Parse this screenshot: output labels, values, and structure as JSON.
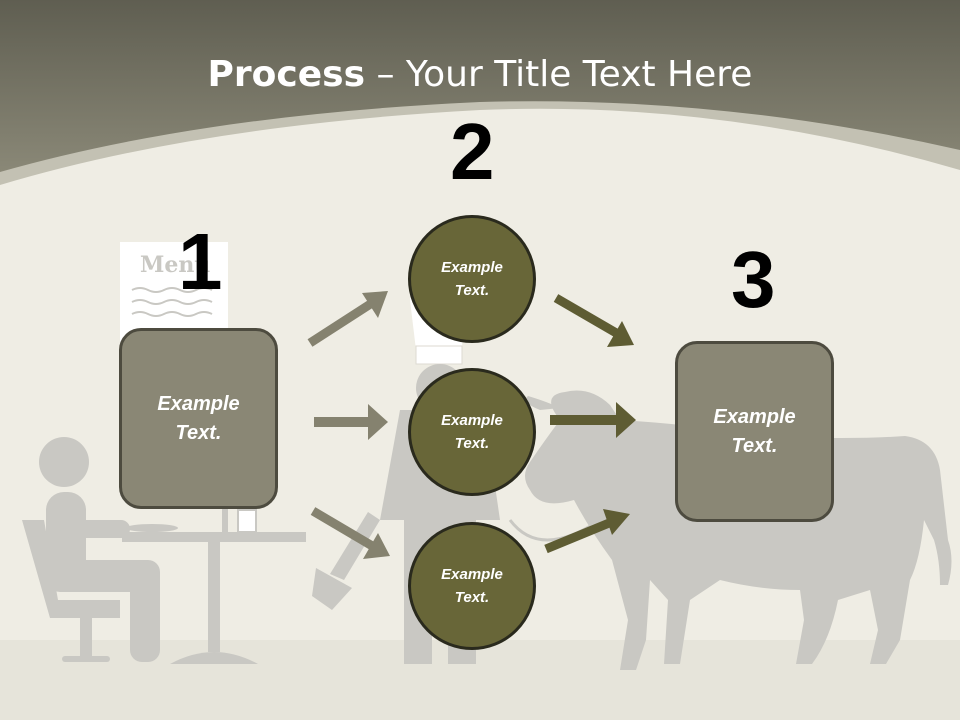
{
  "title": {
    "bold": "Process",
    "rest": " – Your Title Text Here"
  },
  "menu_card_text": "Menu",
  "steps": [
    {
      "number": "1",
      "box_text": "Example\nText."
    },
    {
      "number": "2",
      "circles": [
        {
          "text": "Example\nText."
        },
        {
          "text": "Example\nText."
        },
        {
          "text": "Example\nText."
        }
      ]
    },
    {
      "number": "3",
      "box_text": "Example\nText."
    }
  ],
  "colors": {
    "header": "#77755f",
    "background": "#efede4",
    "silhouette": "#c9c8c3",
    "box_fill": "#8a8775",
    "circle_fill": "#686638",
    "arrow_gray": "#85826f",
    "arrow_olive": "#5e5c33"
  }
}
